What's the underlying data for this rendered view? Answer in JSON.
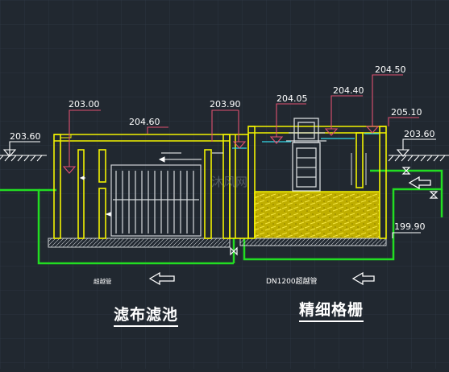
{
  "drawing": {
    "elevations": {
      "ground_left": "203.60",
      "filter_water": "203.00",
      "filter_top": "204.60",
      "inlet_water": "203.90",
      "screen_water_a": "204.05",
      "screen_water_b": "204.40",
      "screen_water_c": "204.50",
      "screen_top": "205.10",
      "ground_right": "203.60",
      "bottom": "199.90"
    },
    "labels": {
      "overflow_left": "超越管",
      "pipe_label": "DN1200超越管"
    },
    "captions": {
      "filter": "滤布滤池",
      "screen": "精细格栅"
    },
    "watermark": "沐风网",
    "colors": {
      "background": "#212830",
      "grid": "#2c3540",
      "structure": "#f2f200",
      "dimension": "#e05070",
      "water": "#34d8e8",
      "pipe": "#22dd22",
      "sand": "#d4c000",
      "text": "#ffffff"
    }
  }
}
